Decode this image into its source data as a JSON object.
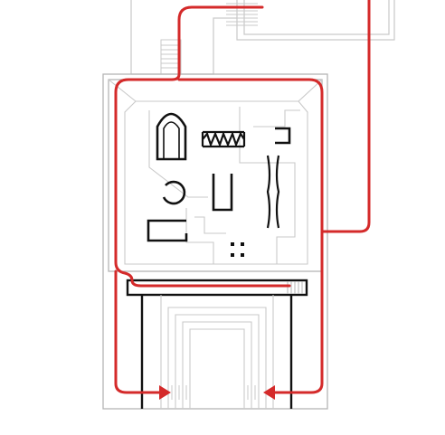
{
  "diagram": {
    "kind": "architectural-floor-plan",
    "colors": {
      "background": "#ffffff",
      "wall_thin": "#c9c9c9",
      "wall_mid": "#b5b5b5",
      "object_black": "#111111",
      "route_red": "#d42a2a"
    },
    "elements": {
      "routes": [
        "route-top-entry",
        "route-right-entry",
        "route-stair-path",
        "route-exit-left",
        "route-exit-right"
      ],
      "arrows": [
        "arrow-exit-left",
        "arrow-exit-right"
      ],
      "objects": [
        "arch-object",
        "zigzag-object",
        "bracket-object",
        "ring-object",
        "pillar-object",
        "wavy-object",
        "c-object",
        "dots-object"
      ]
    },
    "labels": []
  }
}
